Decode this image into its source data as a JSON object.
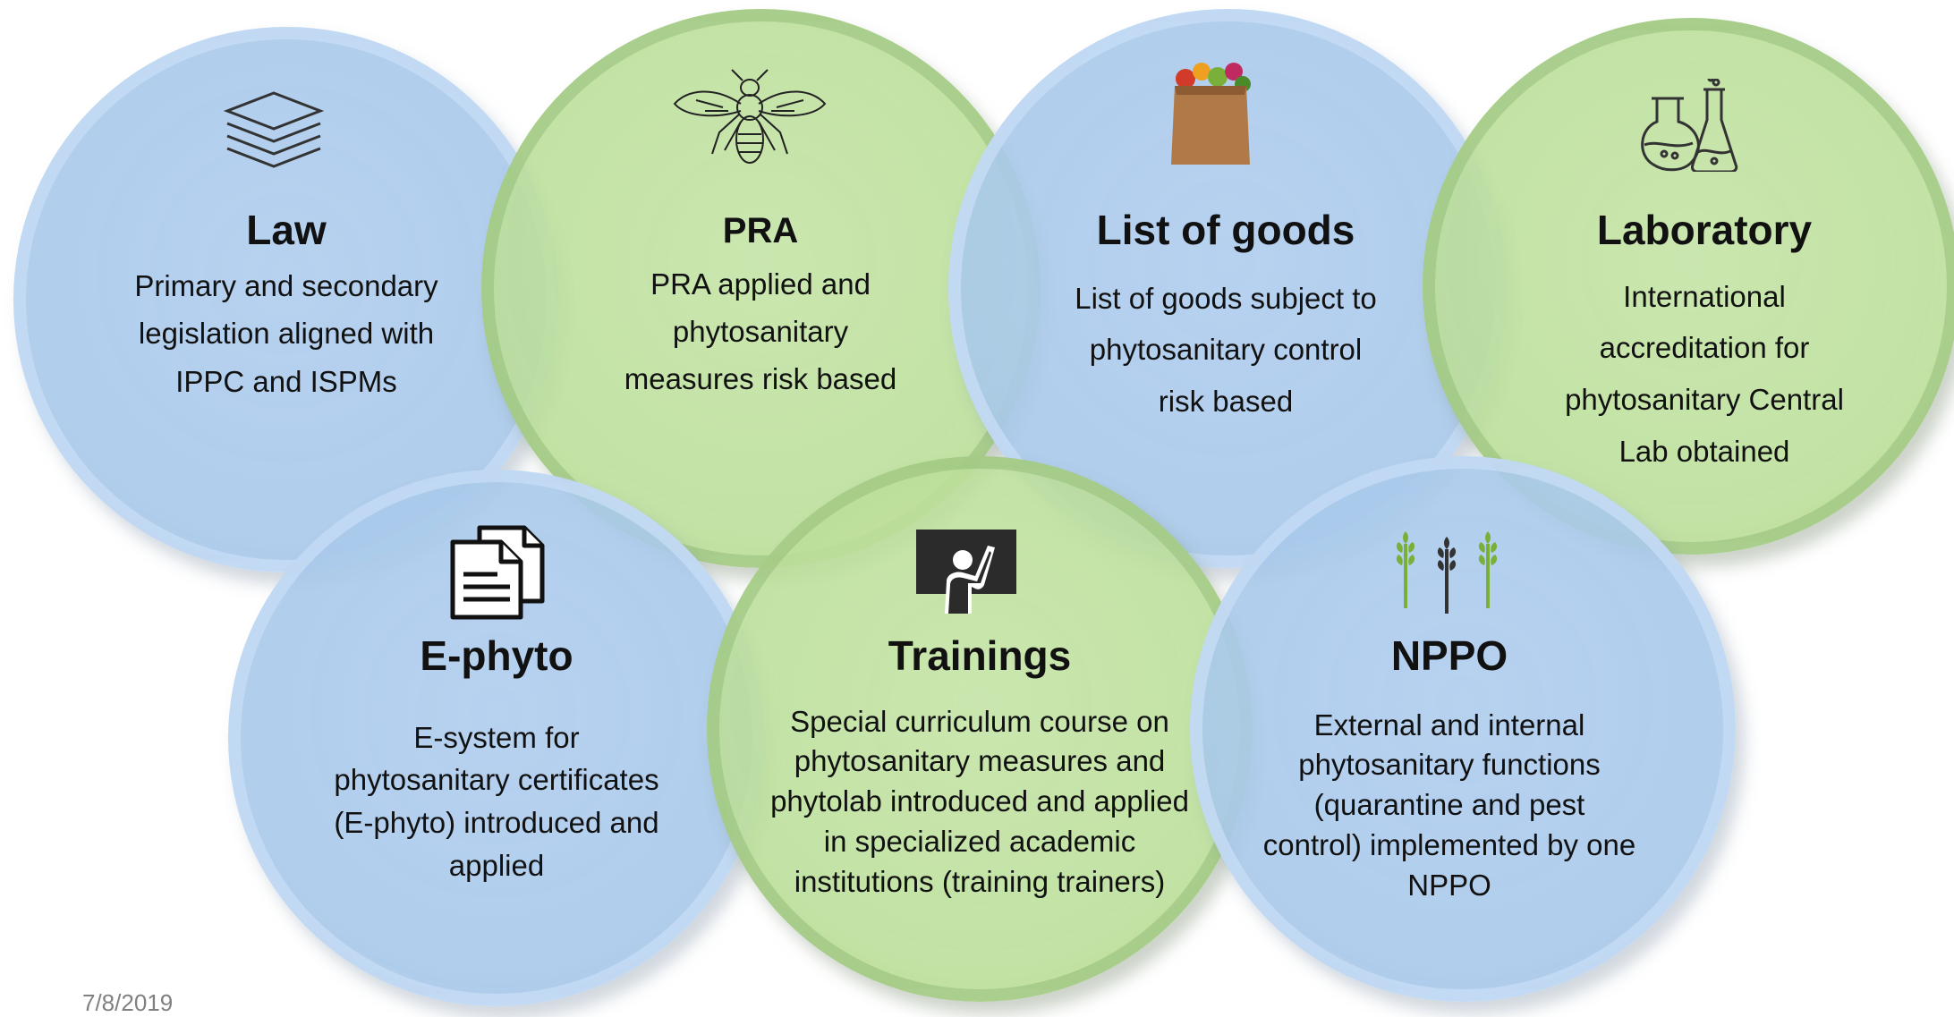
{
  "circles": {
    "law": {
      "title": "Law",
      "desc": "Primary and secondary legislation aligned with IPPC and ISPMs",
      "icon": "layers-icon"
    },
    "pra": {
      "title": "PRA",
      "desc": "PRA applied and phytosanitary measures risk based",
      "icon": "insect-icon"
    },
    "goods": {
      "title": "List of goods",
      "desc": "List of goods subject to phytosanitary control risk based",
      "icon": "grocery-bag-icon"
    },
    "lab": {
      "title": "Laboratory",
      "desc": "International accreditation for phytosanitary Central Lab obtained",
      "icon": "flask-icon"
    },
    "ephyto": {
      "title": "E-phyto",
      "desc": "E-system for phytosanitary certificates (E-phyto) introduced and applied",
      "icon": "documents-icon"
    },
    "trainings": {
      "title": "Trainings",
      "desc": "Special curriculum course on phytosanitary measures and phytolab introduced and applied in specialized academic institutions (training trainers)",
      "icon": "teacher-board-icon"
    },
    "nppo": {
      "title": "NPPO",
      "desc": "External and internal phytosanitary functions (quarantine and pest control) implemented by one NPPO",
      "icon": "wheat-plants-icon"
    }
  },
  "footer": {
    "date": "7/8/2019"
  },
  "colors": {
    "blue": "#a8c8ea",
    "green": "#bcdf9a"
  }
}
